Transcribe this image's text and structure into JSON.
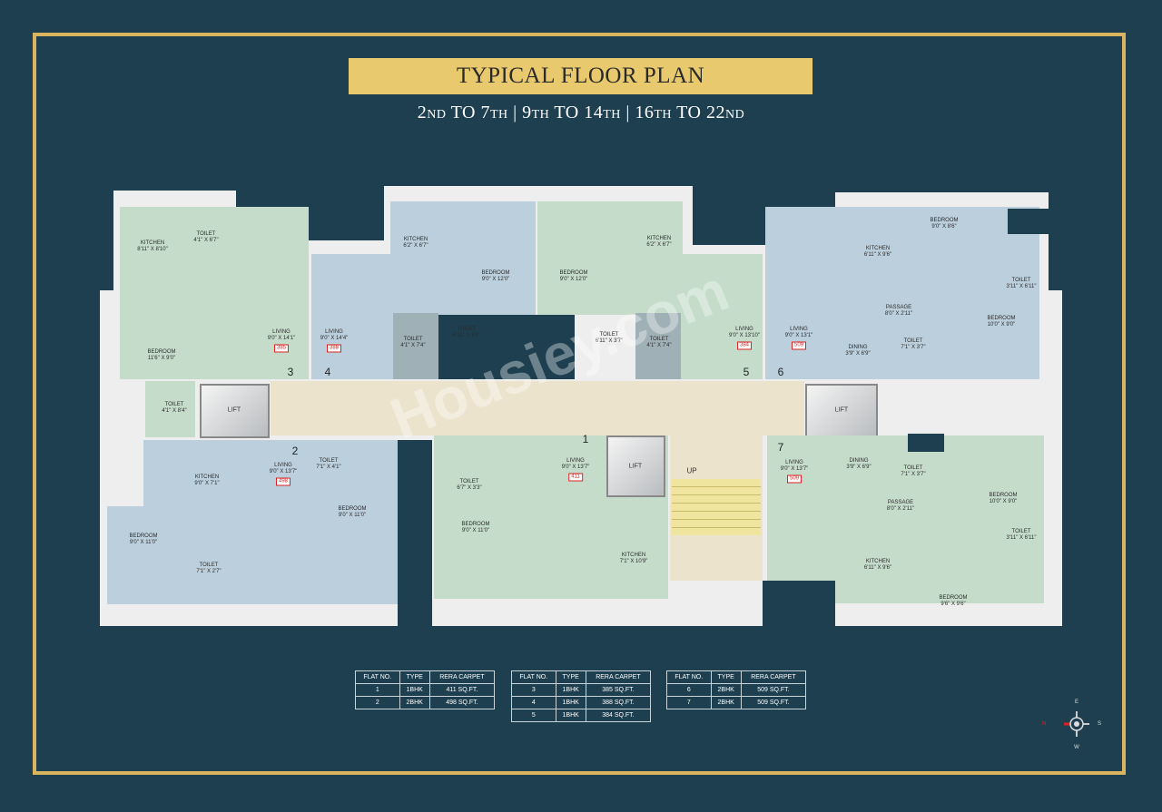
{
  "title": "TYPICAL FLOOR PLAN",
  "subtitle": "2nd TO 7th | 9th TO 14th | 16th TO 22nd",
  "watermark": "Housiey.com",
  "colors": {
    "background": "#1e3f50",
    "frame": "#d8b55e",
    "banner": "#e9c96d",
    "flat_green": "#c5dccb",
    "flat_blue": "#bccfdc",
    "corridor": "#ece3cc"
  },
  "rooms": [
    {
      "label": "KITCHEN",
      "size": "8'11\" X 8'10\""
    },
    {
      "label": "TOILET",
      "size": "4'1\" X 6'7\""
    },
    {
      "label": "BEDROOM",
      "size": "11'6\" X 9'0\""
    },
    {
      "label": "LIVING",
      "size": "9'0\" X 14'1\""
    },
    {
      "label": "LIVING",
      "size": "9'0\" X 14'4\""
    },
    {
      "label": "KITCHEN",
      "size": "6'2\" X 6'7\""
    },
    {
      "label": "BEDROOM",
      "size": "9'0\" X 12'0\""
    },
    {
      "label": "TOILET",
      "size": "4'1\" X 7'4\""
    },
    {
      "label": "TOILET",
      "size": "6'11\" X 3'7\""
    },
    {
      "label": "BEDROOM",
      "size": "9'0\" X 12'0\""
    },
    {
      "label": "KITCHEN",
      "size": "6'2\" X 6'7\""
    },
    {
      "label": "TOILET",
      "size": "6'11\" X 3'7\""
    },
    {
      "label": "TOILET",
      "size": "4'1\" X 7'4\""
    },
    {
      "label": "LIVING",
      "size": "9'0\" X 13'10\""
    },
    {
      "label": "LIVING",
      "size": "9'0\" X 13'1\""
    },
    {
      "label": "KITCHEN",
      "size": "6'11\" X 9'6\""
    },
    {
      "label": "BEDROOM",
      "size": "9'0\" X 8'6\""
    },
    {
      "label": "TOILET",
      "size": "3'11\" X 6'11\""
    },
    {
      "label": "PASSAGE",
      "size": "8'0\" X 2'11\""
    },
    {
      "label": "BEDROOM",
      "size": "10'0\" X 9'0\""
    },
    {
      "label": "DINING",
      "size": "3'9\" X 6'9\""
    },
    {
      "label": "TOILET",
      "size": "7'1\" X 3'7\""
    },
    {
      "label": "TOILET",
      "size": "4'1\" X 8'4\""
    },
    {
      "label": "KITCHEN",
      "size": "9'0\" X 7'1\""
    },
    {
      "label": "LIVING",
      "size": "9'0\" X 13'7\""
    },
    {
      "label": "TOILET",
      "size": "7'1\" X 4'1\""
    },
    {
      "label": "BEDROOM",
      "size": "9'0\" X 11'0\""
    },
    {
      "label": "BEDROOM",
      "size": "9'0\" X 11'0\""
    },
    {
      "label": "TOILET",
      "size": "7'1\" X 2'7\""
    },
    {
      "label": "TOILET",
      "size": "6'7\" X 3'3\""
    },
    {
      "label": "LIVING",
      "size": "9'0\" X 13'7\""
    },
    {
      "label": "BEDROOM",
      "size": "9'0\" X 11'0\""
    },
    {
      "label": "KITCHEN",
      "size": "7'1\" X 10'9\""
    },
    {
      "label": "LIVING",
      "size": "9'0\" X 13'7\""
    },
    {
      "label": "DINING",
      "size": "3'9\" X 6'9\""
    },
    {
      "label": "TOILET",
      "size": "7'1\" X 3'7\""
    },
    {
      "label": "PASSAGE",
      "size": "8'0\" X 2'11\""
    },
    {
      "label": "BEDROOM",
      "size": "10'0\" X 9'0\""
    },
    {
      "label": "TOILET",
      "size": "3'11\" X 6'11\""
    },
    {
      "label": "KITCHEN",
      "size": "6'11\" X 9'6\""
    },
    {
      "label": "BEDROOM",
      "size": "9'6\" X 9'6\""
    }
  ],
  "badges": [
    "385",
    "388",
    "384",
    "509",
    "498",
    "411",
    "509"
  ],
  "flat_numbers": [
    "3",
    "4",
    "5",
    "6",
    "2",
    "1",
    "7"
  ],
  "labels": {
    "lift": "LIFT",
    "up": "UP"
  },
  "tables": [
    {
      "headers": [
        "FLAT NO.",
        "TYPE",
        "RERA CARPET"
      ],
      "rows": [
        [
          "1",
          "1BHK",
          "411 SQ.FT."
        ],
        [
          "2",
          "2BHK",
          "498 SQ.FT."
        ]
      ]
    },
    {
      "headers": [
        "FLAT NO.",
        "TYPE",
        "RERA CARPET"
      ],
      "rows": [
        [
          "3",
          "1BHK",
          "385 SQ.FT."
        ],
        [
          "4",
          "1BHK",
          "388 SQ.FT."
        ],
        [
          "5",
          "1BHK",
          "384 SQ.FT."
        ]
      ]
    },
    {
      "headers": [
        "FLAT NO.",
        "TYPE",
        "RERA CARPET"
      ],
      "rows": [
        [
          "6",
          "2BHK",
          "509 SQ.FT."
        ],
        [
          "7",
          "2BHK",
          "509 SQ.FT."
        ]
      ]
    }
  ],
  "compass": {
    "top": "E",
    "right": "S",
    "bottom": "W",
    "left": "N"
  }
}
